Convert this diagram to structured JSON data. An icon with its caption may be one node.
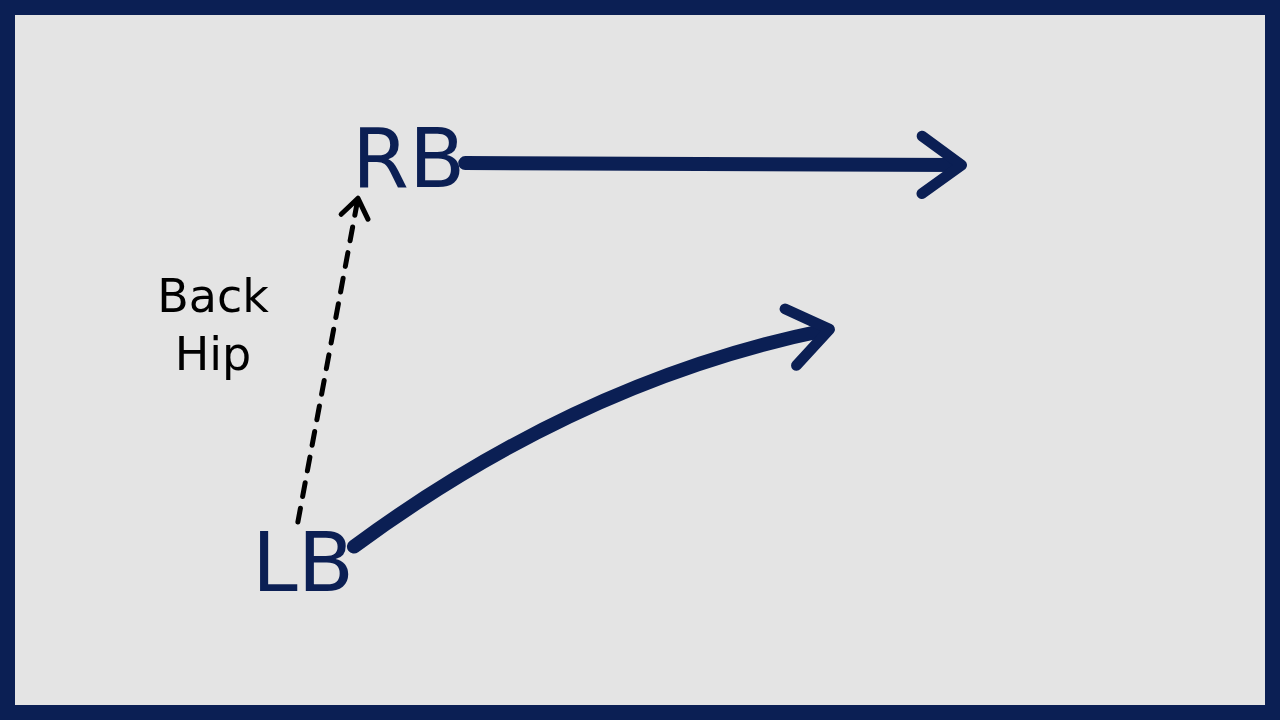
{
  "diagram": {
    "nodes": [
      {
        "text": [
          "RB"
        ]
      },
      {
        "text": [
          "LB"
        ]
      }
    ],
    "edges": [
      {
        "from": 1,
        "to": 0,
        "arrow": "to",
        "label": "Back Hip",
        "style": "dashed",
        "color": "#000000"
      },
      {
        "from": 0,
        "to": null,
        "arrow": "to"
      },
      {
        "from": 1,
        "to": null,
        "arrow": "to"
      }
    ]
  }
}
